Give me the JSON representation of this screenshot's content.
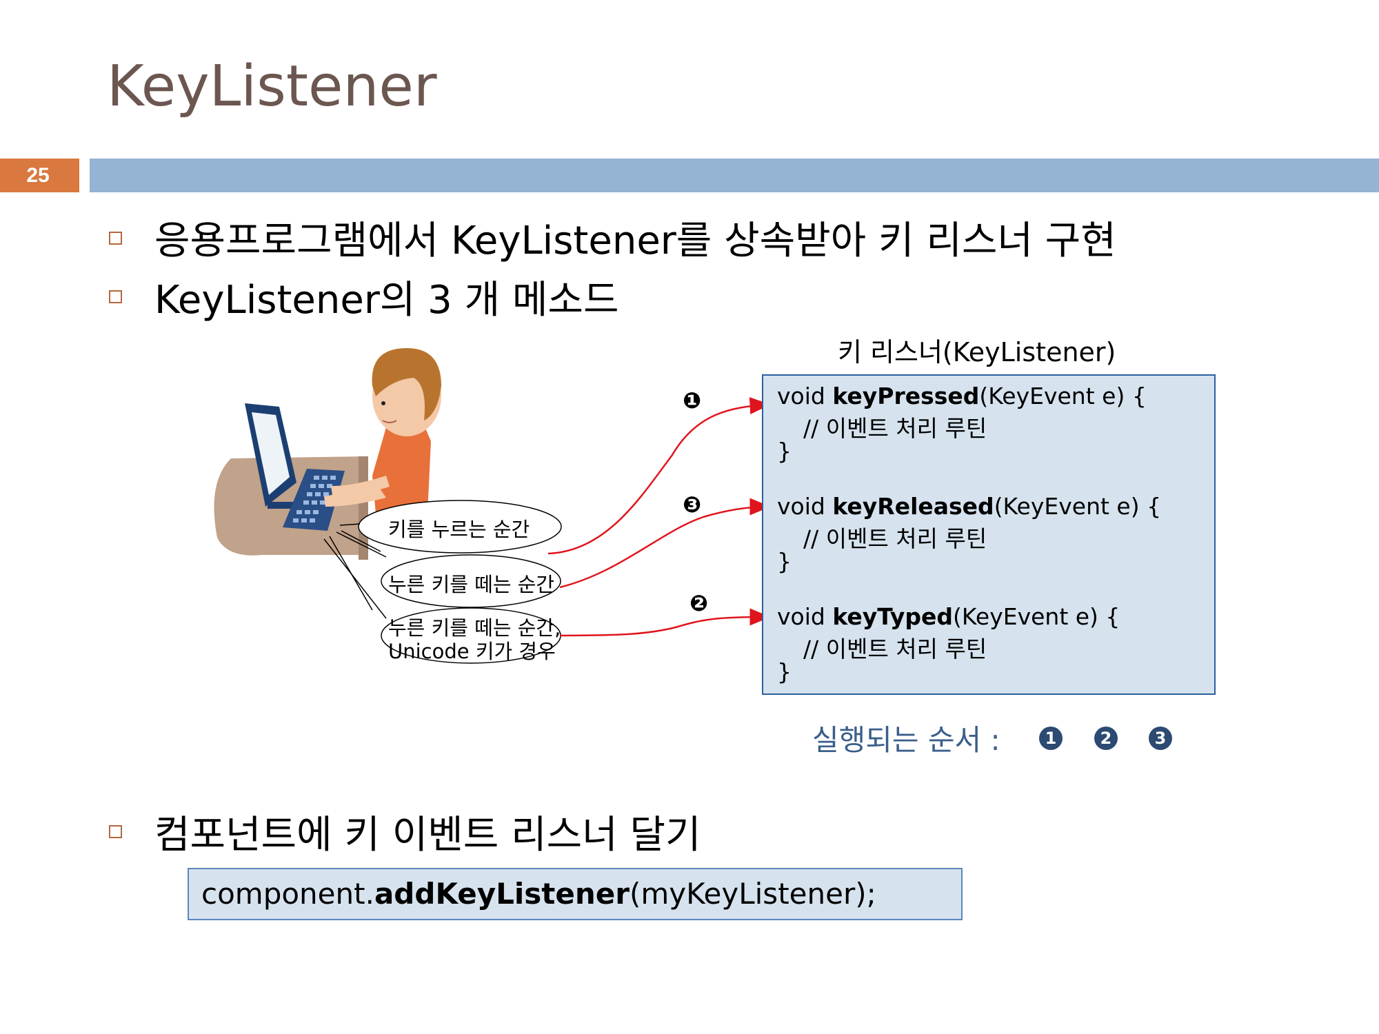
{
  "slide": {
    "title": "KeyListener",
    "page_number": "25"
  },
  "bullets": [
    "응용프로그램에서 KeyListener를 상속받아 키 리스너 구현",
    "KeyListener의 3 개 메소드",
    "컴포넌트에 키 이벤트 리스너 달기"
  ],
  "diagram": {
    "listener_title": "키 리스너(KeyListener)",
    "methods": [
      {
        "prefix": "void ",
        "name": "keyPressed",
        "params": "(KeyEvent e) {",
        "comment": "// 이벤트 처리 루틴",
        "close": "}",
        "step": "❶"
      },
      {
        "prefix": "void ",
        "name": "keyReleased",
        "params": "(KeyEvent e) {",
        "comment": "// 이벤트 처리 루틴",
        "close": "}",
        "step": "❸"
      },
      {
        "prefix": "void ",
        "name": "keyTyped",
        "params": "(KeyEvent e) {",
        "comment": "// 이벤트 처리 루틴",
        "close": "}",
        "step": "❷"
      }
    ],
    "callouts": [
      "키를 누르는 순간",
      "누른 키를 떼는 순간",
      "누른 키를 떼는 순간,",
      "Unicode 키가 경우"
    ],
    "order_label": "실행되는 순서 :",
    "order": [
      "1",
      "2",
      "3"
    ]
  },
  "code_line": {
    "prefix": "component.",
    "method": "addKeyListener",
    "suffix": "(myKeyListener);"
  },
  "colors": {
    "title": "#6b5750",
    "page_num_bg": "#d9793f",
    "title_bar": "#95b3d2",
    "box_fill": "#d6e3ee",
    "arrow": "#e0141c",
    "order_text": "#3b5e8a"
  }
}
